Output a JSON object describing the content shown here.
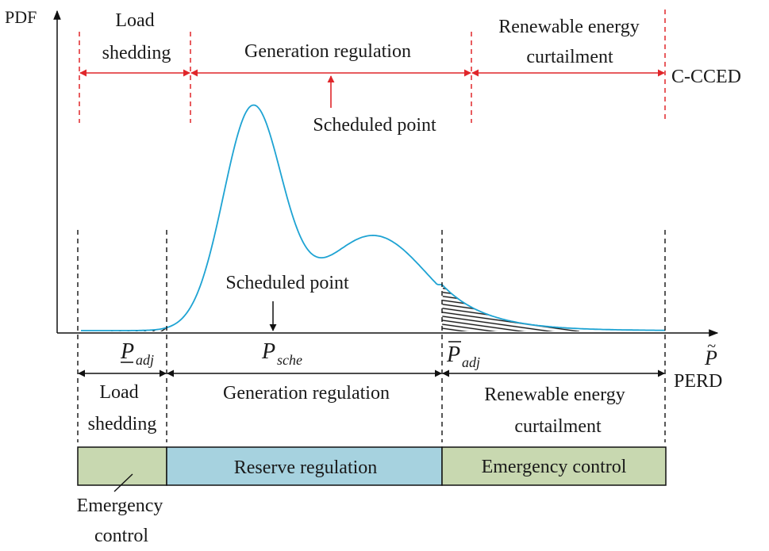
{
  "axes": {
    "y_label": "PDF",
    "x_label_symbol": "P",
    "x_label_tilde": "~",
    "x_label_name": "PERD"
  },
  "top_scheme": {
    "name": "C-CCED",
    "regions": [
      {
        "line1": "Load",
        "line2": "shedding"
      },
      {
        "line1": "Generation regulation",
        "line2": ""
      },
      {
        "line1": "Renewable energy",
        "line2": "curtailment"
      }
    ],
    "marker_label": "Scheduled point",
    "color": "#e0262a"
  },
  "bottom_scheme": {
    "marker_label": "Scheduled point",
    "p_adj_low": {
      "symbol": "P",
      "sub": "adj"
    },
    "p_sche": {
      "symbol": "P",
      "sub": "sche"
    },
    "p_adj_high": {
      "symbol": "P",
      "sub": "adj"
    },
    "regions": [
      {
        "line1": "Load",
        "line2": "shedding"
      },
      {
        "line1": "Generation regulation",
        "line2": ""
      },
      {
        "line1": "Renewable energy",
        "line2": "curtailment"
      }
    ]
  },
  "control_bar": {
    "segments": [
      {
        "label": "",
        "color": "#c8d8b0"
      },
      {
        "label": "Reserve regulation",
        "color": "#a6d2df"
      },
      {
        "label": "Emergency control",
        "color": "#c8d8b0"
      }
    ],
    "callout_line1": "Emergency",
    "callout_line2": "control"
  },
  "curve_color": "#1ea3d3"
}
